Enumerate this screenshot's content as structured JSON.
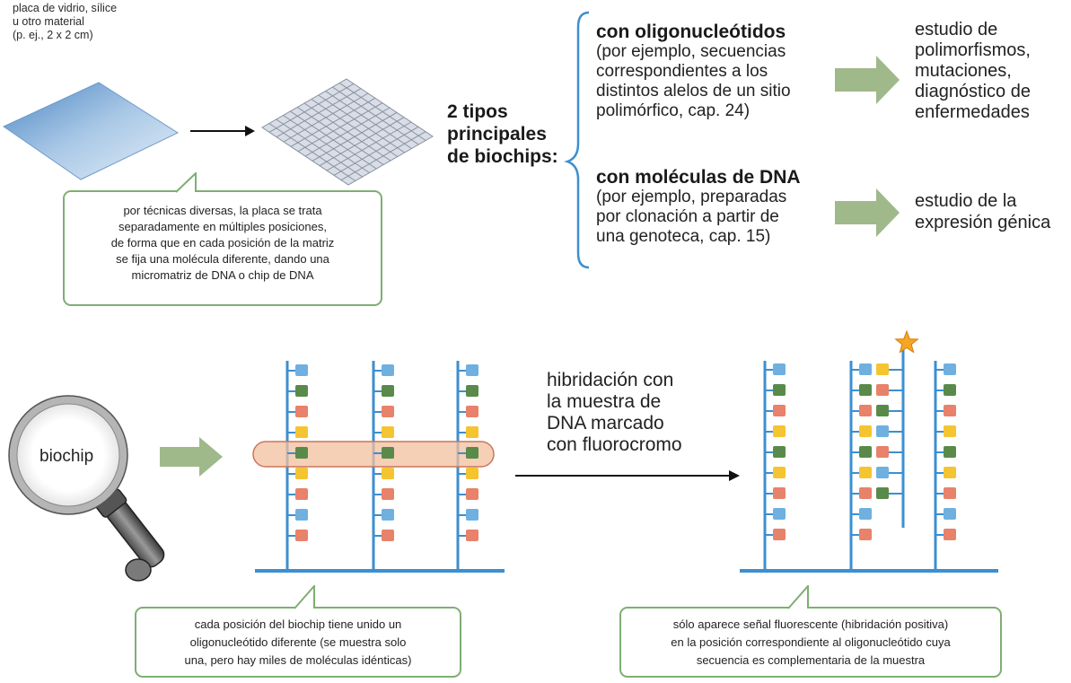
{
  "top": {
    "plate_label_lines": [
      "placa de vidrio, sílice",
      "u otro material",
      "(p. ej., 2 x 2 cm)"
    ],
    "callout_lines": [
      "por técnicas diversas, la placa se trata",
      "separadamente en múltiples posiciones,",
      "de forma que en cada posición de la matriz",
      "se fija una molécula diferente, dando una",
      "micromatriz de DNA o chip de DNA"
    ],
    "types_label_lines": [
      "2 tipos",
      "principales",
      "de biochips:"
    ],
    "type1": {
      "title": "con oligonucleótidos",
      "desc_lines": [
        "(por ejemplo, secuencias",
        "correspondientes a los",
        "distintos alelos de un sitio",
        "polimórfico, cap. 24)"
      ],
      "result_lines": [
        "estudio de",
        "polimorfismos,",
        "mutaciones,",
        "diagnóstico de",
        "enfermedades"
      ]
    },
    "type2": {
      "title": "con moléculas de DNA",
      "desc_lines": [
        "(por ejemplo, preparadas",
        "por clonación a partir de",
        "una genoteca, cap. 15)"
      ],
      "result_lines": [
        "estudio de la",
        "expresión génica"
      ]
    }
  },
  "bottom": {
    "magnifier_label": "biochip",
    "hybridization_lines": [
      "hibridación con",
      "la muestra de",
      "DNA marcado",
      "con fluorocromo"
    ],
    "callout_left_lines": [
      "cada posición del biochip tiene unido un",
      "oligonucleótido diferente (se muestra solo",
      "una, pero hay miles de moléculas idénticas)"
    ],
    "callout_right_lines": [
      "sólo aparece señal fluorescente (hibridación positiva)",
      "en la posición correspondiente al oligonucleótido cuya",
      "secuencia es complementaria de la muestra"
    ]
  },
  "colors": {
    "strand_blue": "#3d8fcf",
    "base_blue": "#6fb0e0",
    "base_green": "#5a8a4a",
    "base_salmon": "#e8826a",
    "base_yellow": "#f5c431",
    "arrow_green": "#9fb98a",
    "callout_border": "#7fae74",
    "highlight": "#f3bf9f",
    "star": "#f5a623"
  }
}
